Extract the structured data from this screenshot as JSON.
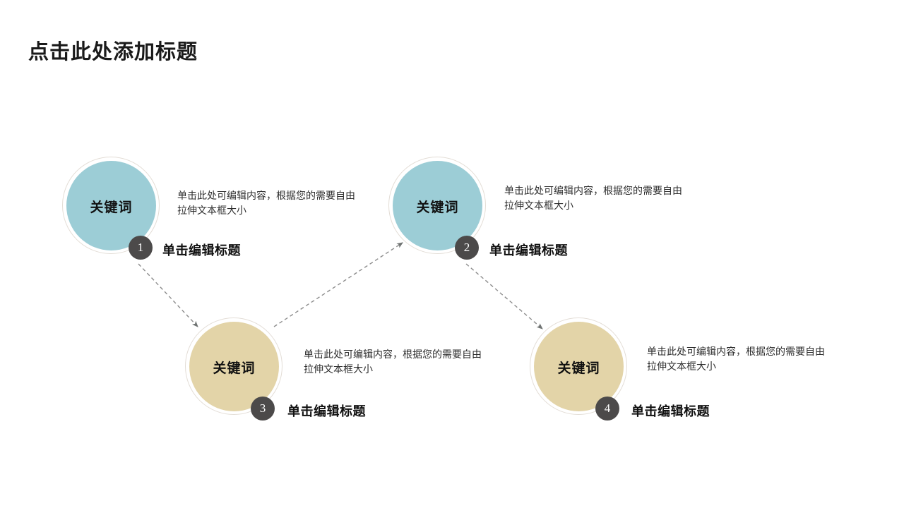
{
  "slide": {
    "title": "点击此处添加标题",
    "background_color": "#FFFFFF"
  },
  "palette": {
    "teal": "#9CCDD6",
    "tan": "#E3D4A8",
    "badge_gray": "#4C4A4A",
    "ring": "#E3DDD6",
    "connector": "#8C8C8C",
    "title_text": "#1A1A1A",
    "body_text": "#2C2C2C"
  },
  "groups": [
    {
      "number": "1",
      "keyword": "关键词",
      "heading": "单击编辑标题",
      "body": "单击此处可编辑内容，根据您的需要自由拉伸文本框大小",
      "color_name": "teal"
    },
    {
      "number": "2",
      "keyword": "关键词",
      "heading": "单击编辑标题",
      "body": "单击此处可编辑内容，根据您的需要自由拉伸文本框大小",
      "color_name": "teal"
    },
    {
      "number": "3",
      "keyword": "关键词",
      "heading": "单击编辑标题",
      "body": "单击此处可编辑内容，根据您的需要自由拉伸文本框大小",
      "color_name": "tan"
    },
    {
      "number": "4",
      "keyword": "关键词",
      "heading": "单击编辑标题",
      "body": "单击此处可编辑内容，根据您的需要自由拉伸文本框大小",
      "color_name": "tan"
    }
  ],
  "connectors": [
    {
      "from": "1",
      "to": "3"
    },
    {
      "from": "3",
      "to": "2"
    },
    {
      "from": "2",
      "to": "4"
    }
  ]
}
